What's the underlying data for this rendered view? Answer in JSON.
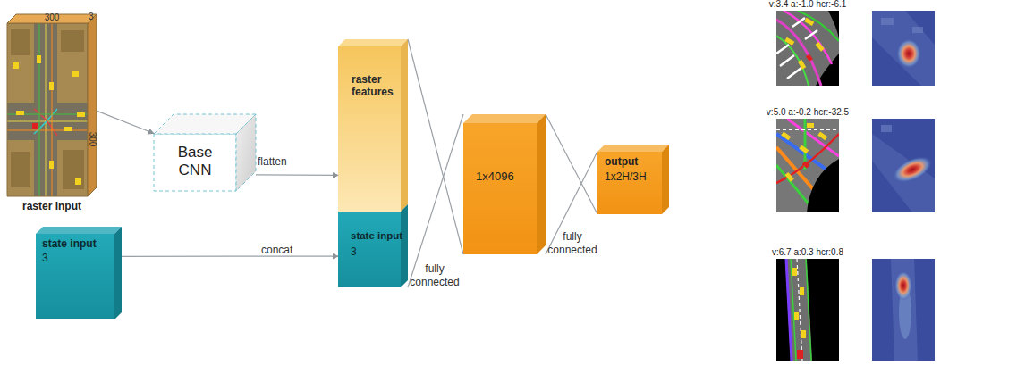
{
  "diagram": {
    "nodes": [
      {
        "text": [
          "300",
          "3",
          "300",
          "raster input"
        ]
      },
      {
        "text": [
          "Base CNN"
        ]
      },
      {
        "text": [
          "state input",
          "3"
        ]
      },
      {
        "text": [
          "raster features"
        ]
      },
      {
        "text": [
          "state input",
          "3"
        ]
      },
      {
        "text": [
          "1x4096"
        ]
      },
      {
        "text": [
          "output",
          "1x2H/3H"
        ]
      }
    ],
    "edges": [
      {
        "from": 0,
        "to": 1,
        "arrow": "to"
      },
      {
        "from": 1,
        "to": 3,
        "label": "flatten",
        "arrow": "to"
      },
      {
        "from": 2,
        "to": 4,
        "label": "concat",
        "arrow": "to"
      },
      {
        "from": 3,
        "to": 5,
        "arrow": "none"
      },
      {
        "from": 4,
        "to": 5,
        "label": "fully connected",
        "arrow": "none"
      },
      {
        "from": 5,
        "to": 6,
        "label": "fully connected",
        "arrow": "none"
      }
    ],
    "labels": [
      "v:3.4 a:-1.0 hcr:-6.1",
      "v:5.0 a:-0.2 hcr:-32.5",
      "v:6.7 a:0.3 hcr:0.8"
    ]
  }
}
